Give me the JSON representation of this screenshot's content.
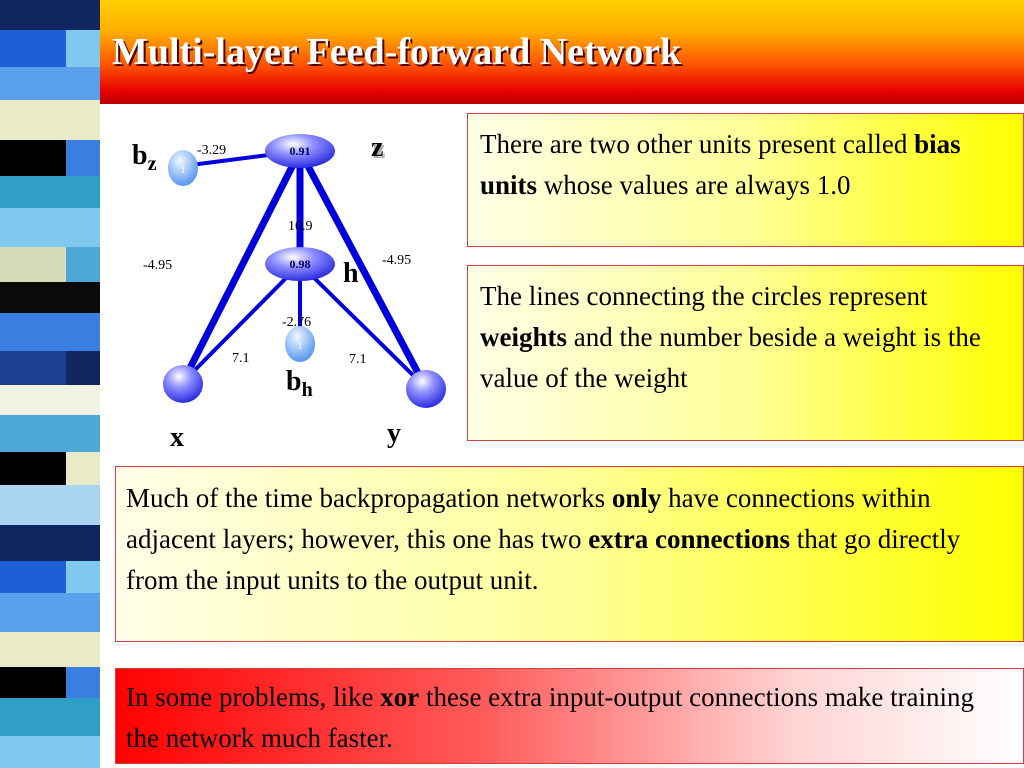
{
  "slide": {
    "title": "Multi-layer Feed-forward Network"
  },
  "diagram": {
    "nodes": {
      "z": {
        "value": "0.91",
        "label": "z"
      },
      "h": {
        "value": "0.98",
        "label": "h"
      },
      "bz": {
        "value": "1",
        "label": "b",
        "subscript": "z"
      },
      "bh": {
        "value": "1",
        "label": "b",
        "subscript": "h"
      },
      "x": {
        "label": "x"
      },
      "y": {
        "label": "y"
      }
    },
    "weights": {
      "bz_z": "-3.29",
      "h_z": "10.9",
      "x_z": "-4.95",
      "y_z": "-4.95",
      "bh_h": "-2.76",
      "x_h": "7.1",
      "y_h": "7.1"
    }
  },
  "boxes": {
    "bias": {
      "p1": "There are two other units present called ",
      "b1": "bias units",
      "p2": " whose values are always 1.0"
    },
    "weights": {
      "p1": "The lines connecting the circles represent ",
      "b1": "weights",
      "p2": " and the number beside a weight is the value of the weight"
    },
    "connections": {
      "p1": "Much of the time backpropagation networks ",
      "b1": "only",
      "p2": " have connections within adjacent layers; however, this one has two ",
      "b2": "extra connections",
      "p3": " that go directly from the input units to the output unit."
    },
    "xor": {
      "p1": "In some problems, like ",
      "b1": "xor",
      "p2": " these extra input-output connections make training the network much faster."
    }
  },
  "colors": {
    "edge": "#0000dd",
    "box_border": "#d04040",
    "title_text": "#ffffff"
  }
}
